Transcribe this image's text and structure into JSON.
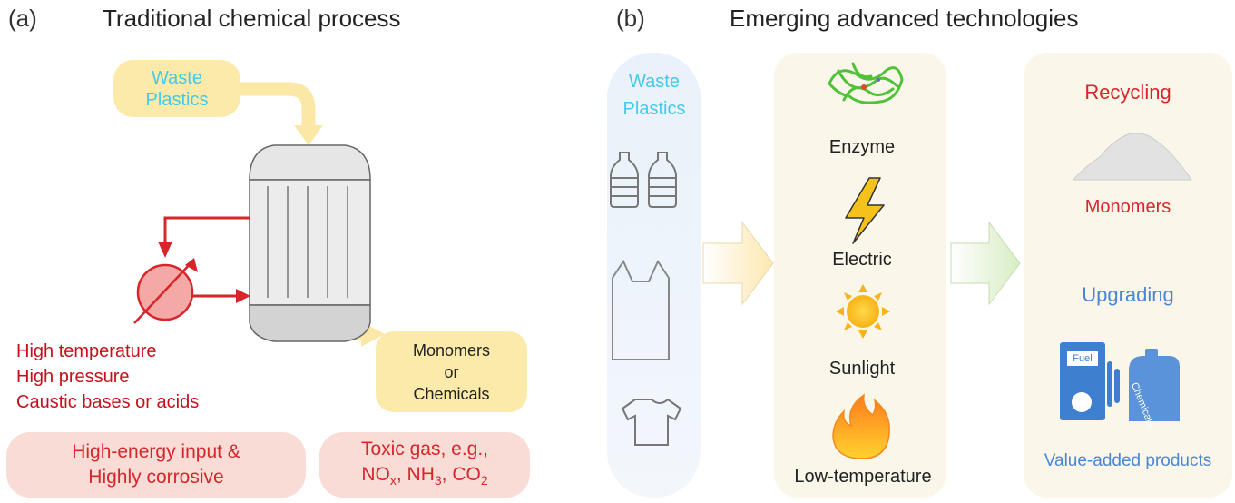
{
  "panel_a": {
    "label": "(a)",
    "title": "Traditional chemical process",
    "waste": [
      "Waste",
      "Plastics"
    ],
    "conditions": [
      "High temperature",
      "High pressure",
      "Caustic bases or acids"
    ],
    "products": [
      "Monomers",
      "or",
      "Chemicals"
    ],
    "drawback_energy": [
      "High-energy input &",
      "Highly corrosive"
    ],
    "drawback_gas_line1": "Toxic gas, e.g.,",
    "drawback_gas_line2": {
      "no": "NO",
      "no_sub": "x",
      "sep1": ", ",
      "nh": "NH",
      "nh_sub": "3",
      "sep2": ", ",
      "co": "CO",
      "co_sub": "2"
    }
  },
  "panel_b": {
    "label": "(b)",
    "title": "Emerging advanced technologies",
    "waste": [
      "Waste",
      "Plastics"
    ],
    "technologies": [
      "Enzyme",
      "Electric",
      "Sunlight",
      "Low-temperature"
    ],
    "recycling": "Recycling",
    "monomers": "Monomers",
    "upgrading": "Upgrading",
    "fuel": "Fuel",
    "chemicals": "Chemicals",
    "value_added": "Value-added products"
  },
  "colors": {
    "red": "#d7262b",
    "cyan": "#45c9ea",
    "blue": "#4a86d6",
    "yellow_pill": "#fbeaa9",
    "pink_pill": "#f9dcd6",
    "panel_bg": "#fbf6ea",
    "waste_bg": "#eef4fb"
  }
}
